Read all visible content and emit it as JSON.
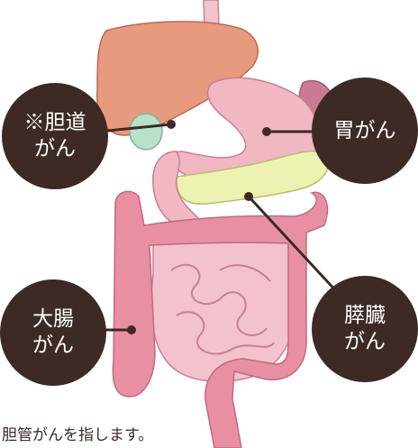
{
  "labels": {
    "bile_duct": {
      "line1": "※胆道",
      "line2": "がん"
    },
    "stomach": {
      "line1": "胃がん"
    },
    "colon": {
      "line1": "大腸",
      "line2": "がん"
    },
    "pancreas": {
      "line1": "膵臓",
      "line2": "がん"
    }
  },
  "footnote": "胆管がんを指します。",
  "colors": {
    "label_bg": "#3d2a24",
    "liver": "#e89a7e",
    "stomach": "#f1b7c3",
    "intestine": "#e98fa4",
    "pancreas": "#eef2b0",
    "gallbladder": "#b9e0c9"
  }
}
